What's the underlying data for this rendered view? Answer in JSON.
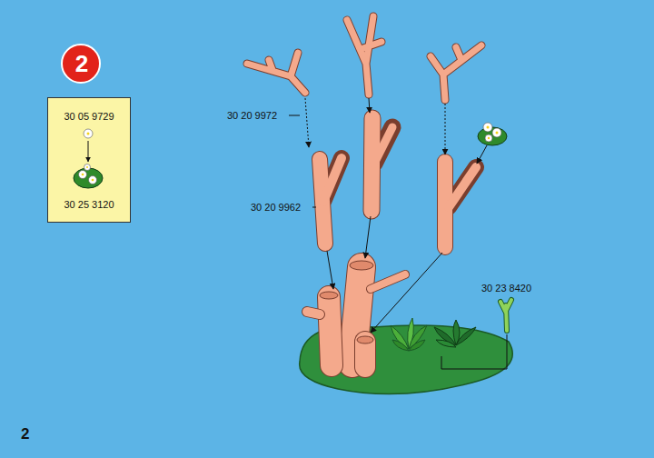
{
  "diagram": {
    "nodes": [
      {
        "text": [
          "2"
        ]
      },
      {
        "text": [
          "30 05 9729",
          "30 25 3120"
        ]
      }
    ],
    "labels": [
      "30 20 9972",
      "30 20 9962",
      "30 23 8420",
      "2"
    ]
  }
}
